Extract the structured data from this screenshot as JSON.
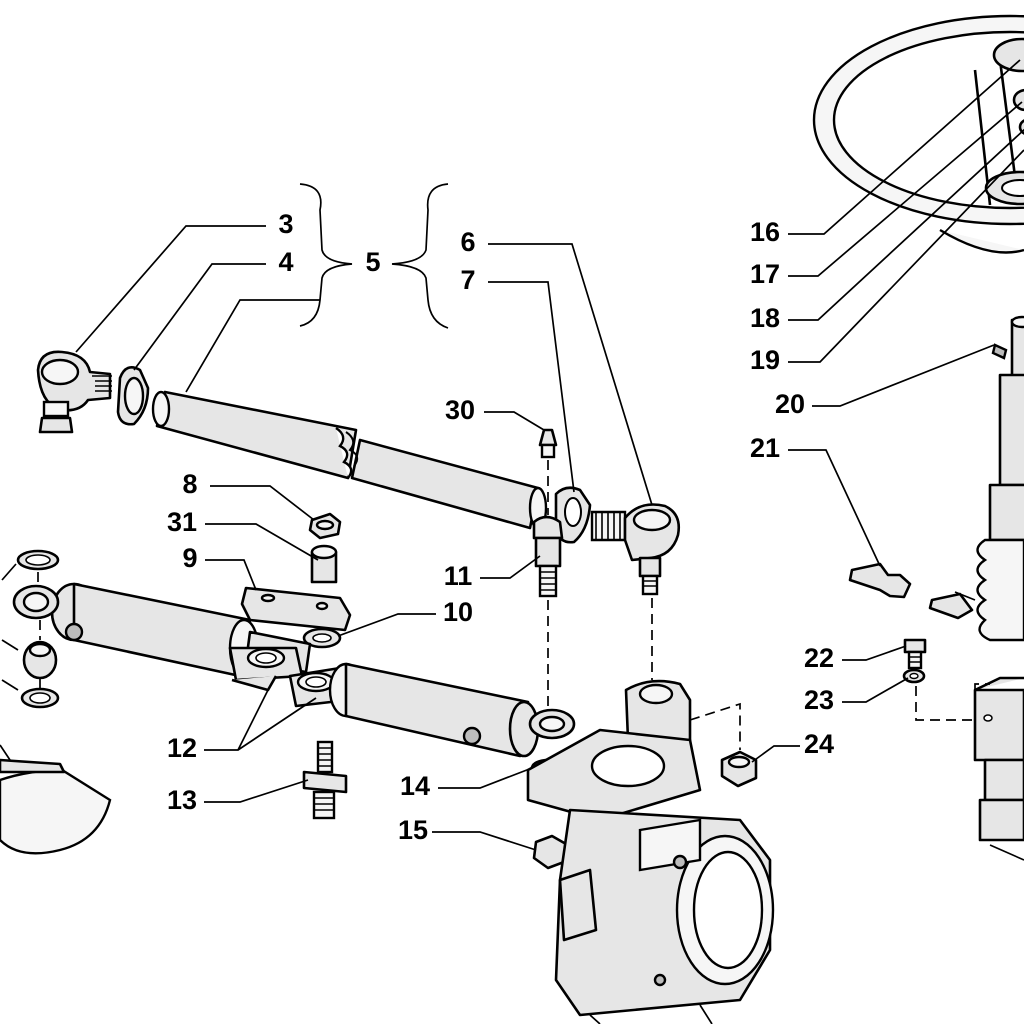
{
  "callouts": [
    {
      "id": "c3",
      "text": "3"
    },
    {
      "id": "c4",
      "text": "4"
    },
    {
      "id": "c5",
      "text": "5"
    },
    {
      "id": "c6",
      "text": "6"
    },
    {
      "id": "c7",
      "text": "7"
    },
    {
      "id": "c8",
      "text": "8"
    },
    {
      "id": "c9",
      "text": "9"
    },
    {
      "id": "c10",
      "text": "10"
    },
    {
      "id": "c11",
      "text": "11"
    },
    {
      "id": "c12",
      "text": "12"
    },
    {
      "id": "c13",
      "text": "13"
    },
    {
      "id": "c14",
      "text": "14"
    },
    {
      "id": "c15",
      "text": "15"
    },
    {
      "id": "c16",
      "text": "16"
    },
    {
      "id": "c17",
      "text": "17"
    },
    {
      "id": "c18",
      "text": "18"
    },
    {
      "id": "c19",
      "text": "19"
    },
    {
      "id": "c20",
      "text": "20"
    },
    {
      "id": "c21",
      "text": "21"
    },
    {
      "id": "c22",
      "text": "22"
    },
    {
      "id": "c23",
      "text": "23"
    },
    {
      "id": "c24",
      "text": "24"
    },
    {
      "id": "c30",
      "text": "30"
    },
    {
      "id": "c31",
      "text": "31"
    }
  ]
}
